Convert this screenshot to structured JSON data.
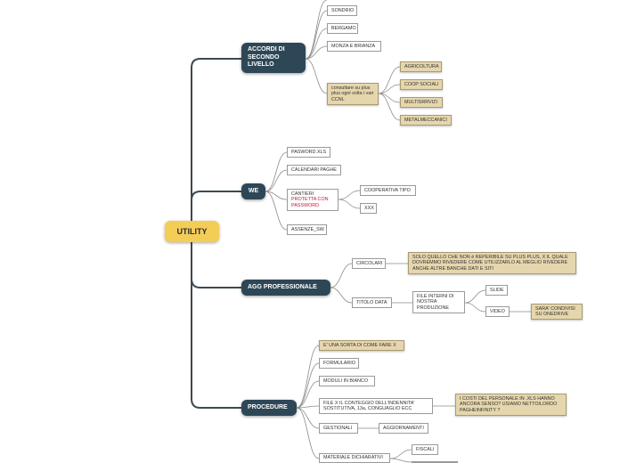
{
  "root": {
    "label": "UTILITY"
  },
  "branches": {
    "accordi": {
      "label": "ACCORDI DI SECONDO LIVELLO",
      "items": [
        "SONDRIO",
        "BERGAMO",
        "MONZA E BRIANZA"
      ],
      "consultare": "consultare su plus plus ogni volta i vari CCNL",
      "ccnl": [
        "AGRICOLTURA",
        "COOP SOCIALI",
        "MULTISRRVIZI",
        "METALMECCANICI"
      ]
    },
    "we": {
      "label": "WE",
      "items": [
        "PASWORD.XLS",
        "CALENDARI PAGHE"
      ],
      "cantieri": {
        "text": "CANTIERI",
        "protected": "PROTETTA CON PASSWORD"
      },
      "cantieri_children": [
        "COOPERATIVA TIPO",
        "XXX"
      ],
      "assenze": "ASSENZE_SW"
    },
    "agg": {
      "label": "AGG PROFESSIONALE",
      "circolari": "CIRCOLARI",
      "circolari_note": "SOLO QUELLO CHE NON è REPERIBILE SU PLUS PLUS, X IL QUALE DOVREMMO RIVEDERE COME UTILIZZARLO AL MEGLIO RIVEDERE ANCHE ALTRE BANCHE DATI E SITI",
      "titolo_data": "TITOLO DATA",
      "file_interni": "FILE INTERNI DI NOSTRA PRODUZIONE",
      "slide": "SLIDE",
      "video": "VIDEO",
      "video_note": "SARA' CONDIVISI SU ONEDRIVE"
    },
    "procedure": {
      "label": "PROCEDURE",
      "come_fare": "E' UNA SORTA DI COME FARE X",
      "formulario": "FORMULARIO",
      "moduli": "MODULI IN BIANCO",
      "file_x": "FILE X IL CONTEGGIO DELL'INDENNITA' SOSTITUTIVA, 13a, CONGUAGLIO ECC",
      "costi_note": "I COSTI DEL PERSONALE IN .XLS HANNO ANCORA SENSO? USIAMO NETTO/LORDO PAGHEINFINITY ?",
      "gestionali": "GESTIONALI",
      "aggiornamenti": "AGGIORNAMENTI",
      "materiale": "MATERIALE DICHIARATIVI",
      "fiscali": "FISCALI"
    }
  }
}
